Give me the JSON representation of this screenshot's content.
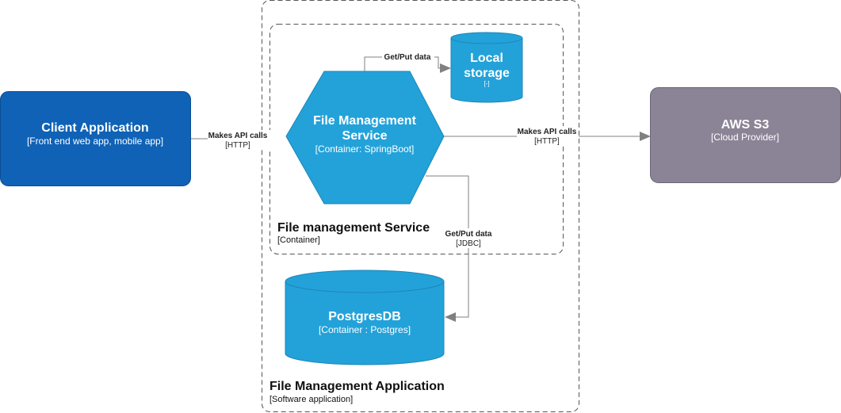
{
  "colors": {
    "client": "#0f62b6",
    "client_stroke": "#0b4f94",
    "container": "#23a2d9",
    "container_stroke": "#1d86b8",
    "external": "#8b8396",
    "external_stroke": "#6e6677",
    "edge": "#808080"
  },
  "nodes": {
    "client": {
      "title": "Client Application",
      "subtitle": "[Front end web app, mobile app]"
    },
    "file_service": {
      "title_line1": "File Management",
      "title_line2": "Service",
      "subtitle": "[Container: SpringBoot]"
    },
    "local_storage": {
      "title_line1": "Local",
      "title_line2": "storage",
      "subtitle": "[-]"
    },
    "aws_s3": {
      "title": "AWS S3",
      "subtitle": "[Cloud Provider]"
    },
    "postgres": {
      "title": "PostgresDB",
      "subtitle": "[Container : Postgres]"
    }
  },
  "boundaries": {
    "container": {
      "title": "File management Service",
      "subtitle": "[Container]"
    },
    "application": {
      "title": "File Management Application",
      "subtitle": "[Software application]"
    }
  },
  "edges": {
    "client_to_service": {
      "label": "Makes API calls",
      "tech": "[HTTP]"
    },
    "service_to_local": {
      "label": "Get/Put data"
    },
    "service_to_s3": {
      "label": "Makes API calls",
      "tech": "[HTTP]"
    },
    "service_to_db": {
      "label": "Get/Put data",
      "tech": "[JDBC]"
    }
  }
}
